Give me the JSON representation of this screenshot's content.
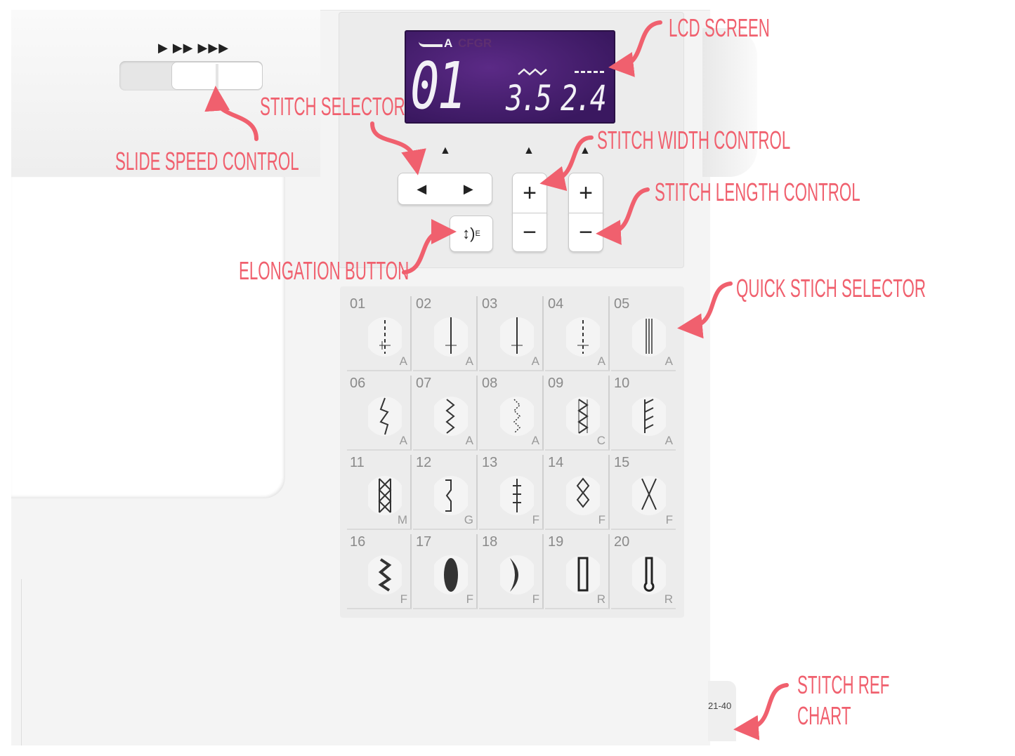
{
  "labels": {
    "lcd_screen": "LCD SCREEN",
    "stitch_selector": "STITCH SELECTOR",
    "slide_speed": "SLIDE SPEED CONTROL",
    "stitch_width": "STITCH WIDTH CONTROL",
    "stitch_length": "STITCH LENGTH CONTROL",
    "elongation": "ELONGATION BUTTON",
    "quick_stitch": "QUICK STICH SELECTOR",
    "ref_line1": "STITCH REF",
    "ref_line2": "CHART"
  },
  "colors": {
    "annotation": "#f0606e",
    "lcd": "#3f1a66"
  },
  "speed": {
    "marks": "▶ ▶▶ ▶▶▶"
  },
  "lcd": {
    "mode": "A",
    "inactive_modes": "CFGR",
    "stitch_number": "01",
    "width": "3.5",
    "length": "2.4"
  },
  "buttons": {
    "left": "◀",
    "right": "▶",
    "plus": "+",
    "minus": "−",
    "elongation": "E",
    "up": "▲"
  },
  "ref_chart": "21-40",
  "stitches": [
    {
      "num": "01",
      "letter": "A"
    },
    {
      "num": "02",
      "letter": "A"
    },
    {
      "num": "03",
      "letter": "A"
    },
    {
      "num": "04",
      "letter": "A"
    },
    {
      "num": "05",
      "letter": "A"
    },
    {
      "num": "06",
      "letter": "A"
    },
    {
      "num": "07",
      "letter": "A"
    },
    {
      "num": "08",
      "letter": "A"
    },
    {
      "num": "09",
      "letter": "C"
    },
    {
      "num": "10",
      "letter": "A"
    },
    {
      "num": "11",
      "letter": "M"
    },
    {
      "num": "12",
      "letter": "G"
    },
    {
      "num": "13",
      "letter": "F"
    },
    {
      "num": "14",
      "letter": "F"
    },
    {
      "num": "15",
      "letter": "F"
    },
    {
      "num": "16",
      "letter": "F"
    },
    {
      "num": "17",
      "letter": "F"
    },
    {
      "num": "18",
      "letter": "F"
    },
    {
      "num": "19",
      "letter": "R"
    },
    {
      "num": "20",
      "letter": "R"
    }
  ]
}
